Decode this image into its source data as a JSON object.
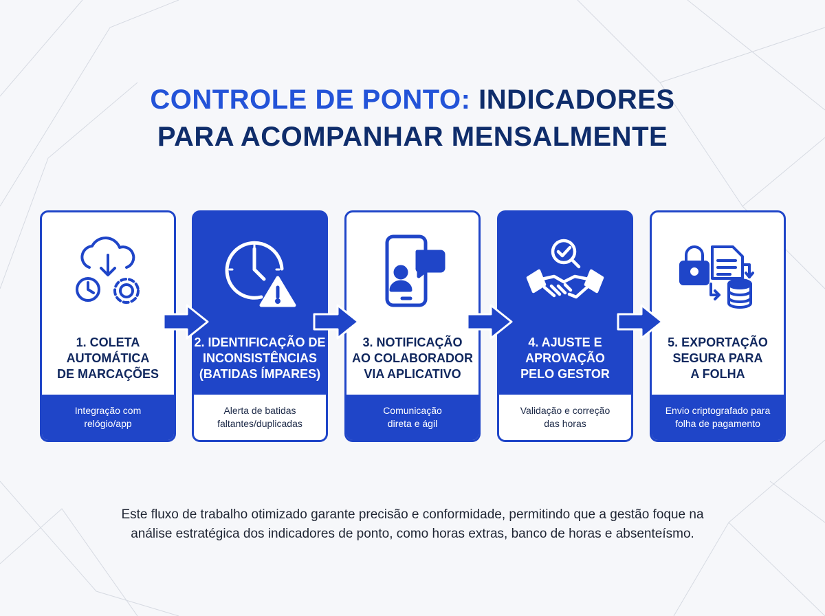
{
  "title": {
    "accent": "CONTROLE DE PONTO:",
    "line1_rest": "INDICADORES",
    "line2": "PARA ACOMPANHAR MENSALMENTE"
  },
  "steps": [
    {
      "label_lines": [
        "1. COLETA",
        "AUTOMÁTICA",
        "DE MARCAÇÕES"
      ],
      "desc_lines": [
        "Integração com",
        "relógio/app"
      ]
    },
    {
      "label_lines": [
        "2. IDENTIFICAÇÃO DE",
        "INCONSISTÊNCIAS",
        "(BATIDAS ÍMPARES)"
      ],
      "desc_lines": [
        "Alerta de batidas",
        "faltantes/duplicadas"
      ]
    },
    {
      "label_lines": [
        "3. NOTIFICAÇÃO",
        "AO COLABORADOR",
        "VIA APLICATIVO"
      ],
      "desc_lines": [
        "Comunicação",
        "direta e ágil"
      ]
    },
    {
      "label_lines": [
        "4. AJUSTE E",
        "APROVAÇÃO",
        "PELO GESTOR"
      ],
      "desc_lines": [
        "Validação e correção",
        "das horas"
      ]
    },
    {
      "label_lines": [
        "5. EXPORTAÇÃO",
        "SEGURA PARA",
        "A FOLHA"
      ],
      "desc_lines": [
        "Envio criptografado para",
        "folha de pagamento"
      ]
    }
  ],
  "icons": [
    "cloud-sync-icon",
    "clock-alert-icon",
    "phone-chat-icon",
    "handshake-check-icon",
    "secure-export-icon"
  ],
  "footer": {
    "line1": "Este fluxo de trabalho otimizado garante precisão e conformidade, permitindo que a gestão foque na",
    "line2": "análise estratégica dos indicadores de ponto, como horas extras, banco de horas e absenteísmo."
  },
  "colors": {
    "primary": "#1f45c8",
    "title_accent": "#2353d8",
    "title_dark": "#0f2d6b",
    "background": "#f6f7fa"
  }
}
